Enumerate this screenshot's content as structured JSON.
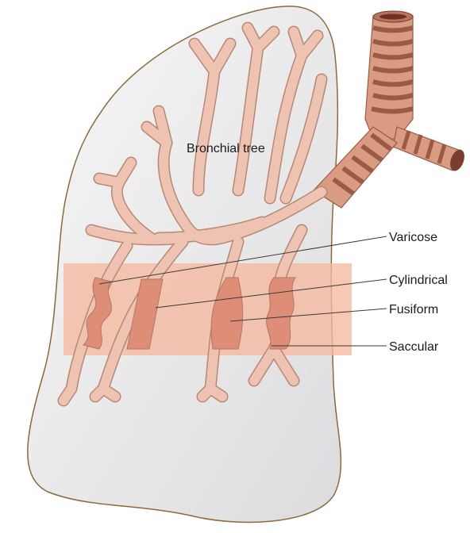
{
  "labels": {
    "bronchial_tree": "Bronchial tree",
    "varicose": "Varicose",
    "cylindrical": "Cylindrical",
    "fusiform": "Fusiform",
    "saccular": "Saccular"
  },
  "colors": {
    "lung_fill": "#e9e9ea",
    "lung_outline": "#8a6a3a",
    "bronchi_fill": "#efc3b2",
    "bronchi_outline": "#b88874",
    "highlight_band": "#f5b89f",
    "diseased_fill": "#de8e76",
    "trachea_light": "#e9b39b",
    "trachea_dark": "#9a5a45"
  }
}
